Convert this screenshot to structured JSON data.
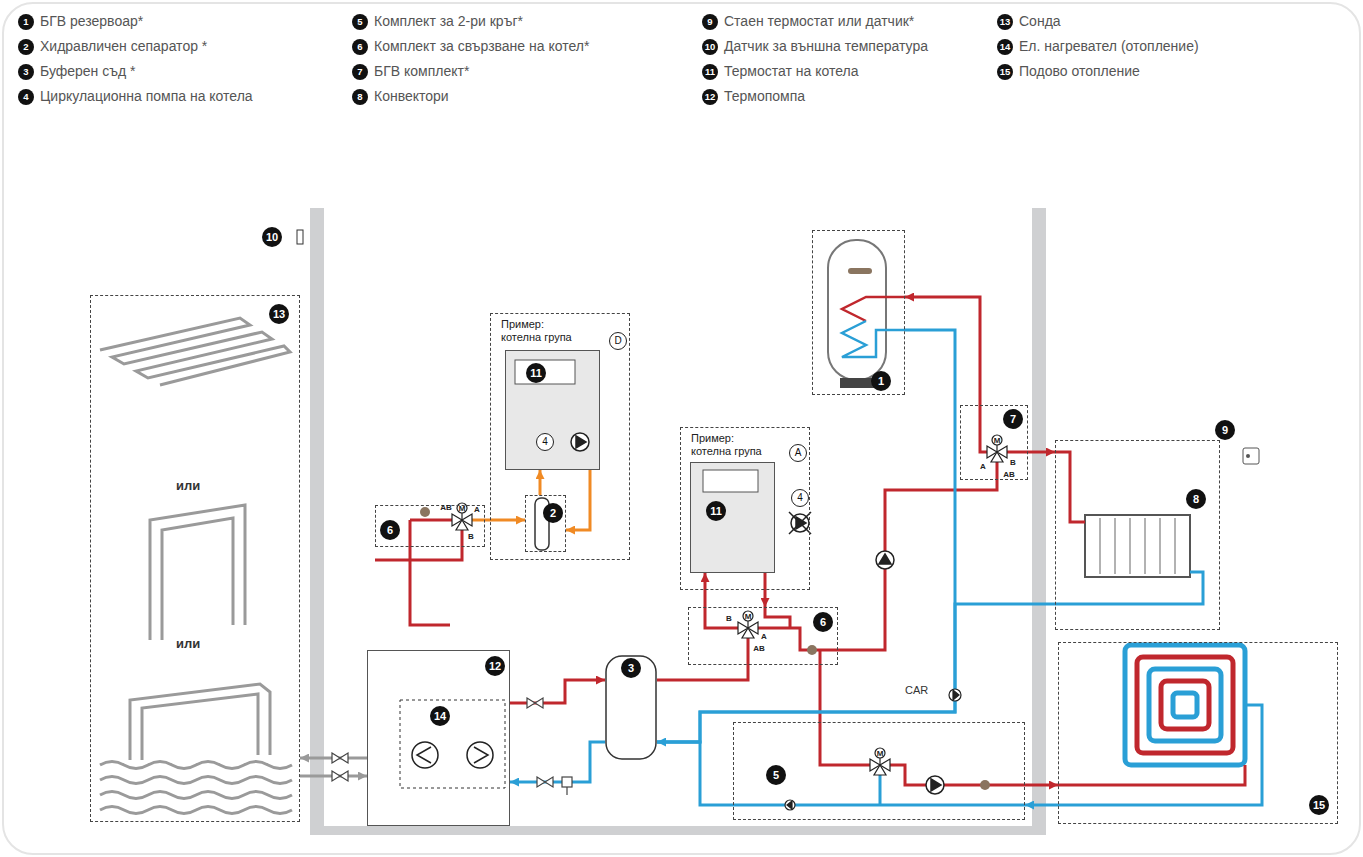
{
  "diagram": {
    "nodes": [
      {
        "text": [
          "13",
          "или",
          "или"
        ]
      },
      {
        "text": [
          "12",
          "14"
        ]
      },
      {
        "text": [
          "3"
        ]
      },
      {
        "text": [
          "Пример: котелна група",
          "D"
        ]
      },
      {
        "text": [
          "11",
          "4"
        ],
        "in": 3
      },
      {
        "text": [
          "2"
        ],
        "in": 3
      },
      {
        "text": [
          "6"
        ]
      },
      {
        "text": [
          "Пример: котелна група",
          "A"
        ]
      },
      {
        "text": [
          "11"
        ],
        "in": 7
      },
      {
        "text": [
          "6"
        ]
      },
      {
        "text": [
          "5"
        ]
      },
      {
        "text": [
          "1"
        ]
      },
      {
        "text": [
          "7"
        ]
      },
      {
        "text": [
          "8"
        ]
      },
      {
        "text": [
          "15"
        ]
      }
    ],
    "edges": [
      {
        "from": 1,
        "to": 2,
        "arrow": "to"
      },
      {
        "from": 2,
        "to": 1,
        "arrow": "to"
      },
      {
        "from": 1,
        "to": 0,
        "arrow": "to"
      },
      {
        "from": 0,
        "to": 1,
        "arrow": "to"
      },
      {
        "from": 2,
        "to": 9,
        "arrow": "none"
      },
      {
        "from": 9,
        "to": 8,
        "arrow": "to"
      },
      {
        "from": 8,
        "to": 9,
        "arrow": "to"
      },
      {
        "from": 9,
        "to": 12,
        "arrow": "none"
      },
      {
        "from": 9,
        "to": 10,
        "arrow": "none"
      },
      {
        "from": 12,
        "to": 11,
        "arrow": "to"
      },
      {
        "from": 11,
        "to": 2,
        "arrow": "none"
      },
      {
        "from": 13,
        "to": 2,
        "arrow": "to"
      },
      {
        "from": 10,
        "to": 2,
        "arrow": "none"
      },
      {
        "from": 10,
        "to": 14,
        "arrow": "to"
      },
      {
        "from": 14,
        "to": 10,
        "arrow": "to"
      },
      {
        "from": 12,
        "to": 13,
        "arrow": "to"
      },
      {
        "from": 6,
        "to": 5,
        "arrow": "to"
      },
      {
        "from": 5,
        "to": 4,
        "arrow": "to"
      },
      {
        "from": 4,
        "to": 5,
        "arrow": "to"
      }
    ],
    "labels": [
      "1",
      "БГВ резервоар*",
      "2",
      "Хидравличен сепаратор *",
      "3",
      "Буферен съд *",
      "4",
      "Циркулационна помпа на котела",
      "5",
      "Комплект за 2-ри кръг*",
      "6",
      "Комплект за свързване на котел*",
      "7",
      "БГВ комплект*",
      "8",
      "Конвектори",
      "9",
      "Стаен термостат или датчик*",
      "10",
      "Датчик за външна температура",
      "11",
      "Термостат на котела",
      "12",
      "Термопомпа",
      "13",
      "Сонда",
      "14",
      "Ел. нагревател (отопление)",
      "15",
      "Подово отопление",
      "10",
      "9",
      "4",
      "CAR",
      "AB",
      "A",
      "B",
      "M",
      "B",
      "M",
      "A",
      "AB",
      "M",
      "A",
      "B",
      "AB",
      "M"
    ]
  }
}
